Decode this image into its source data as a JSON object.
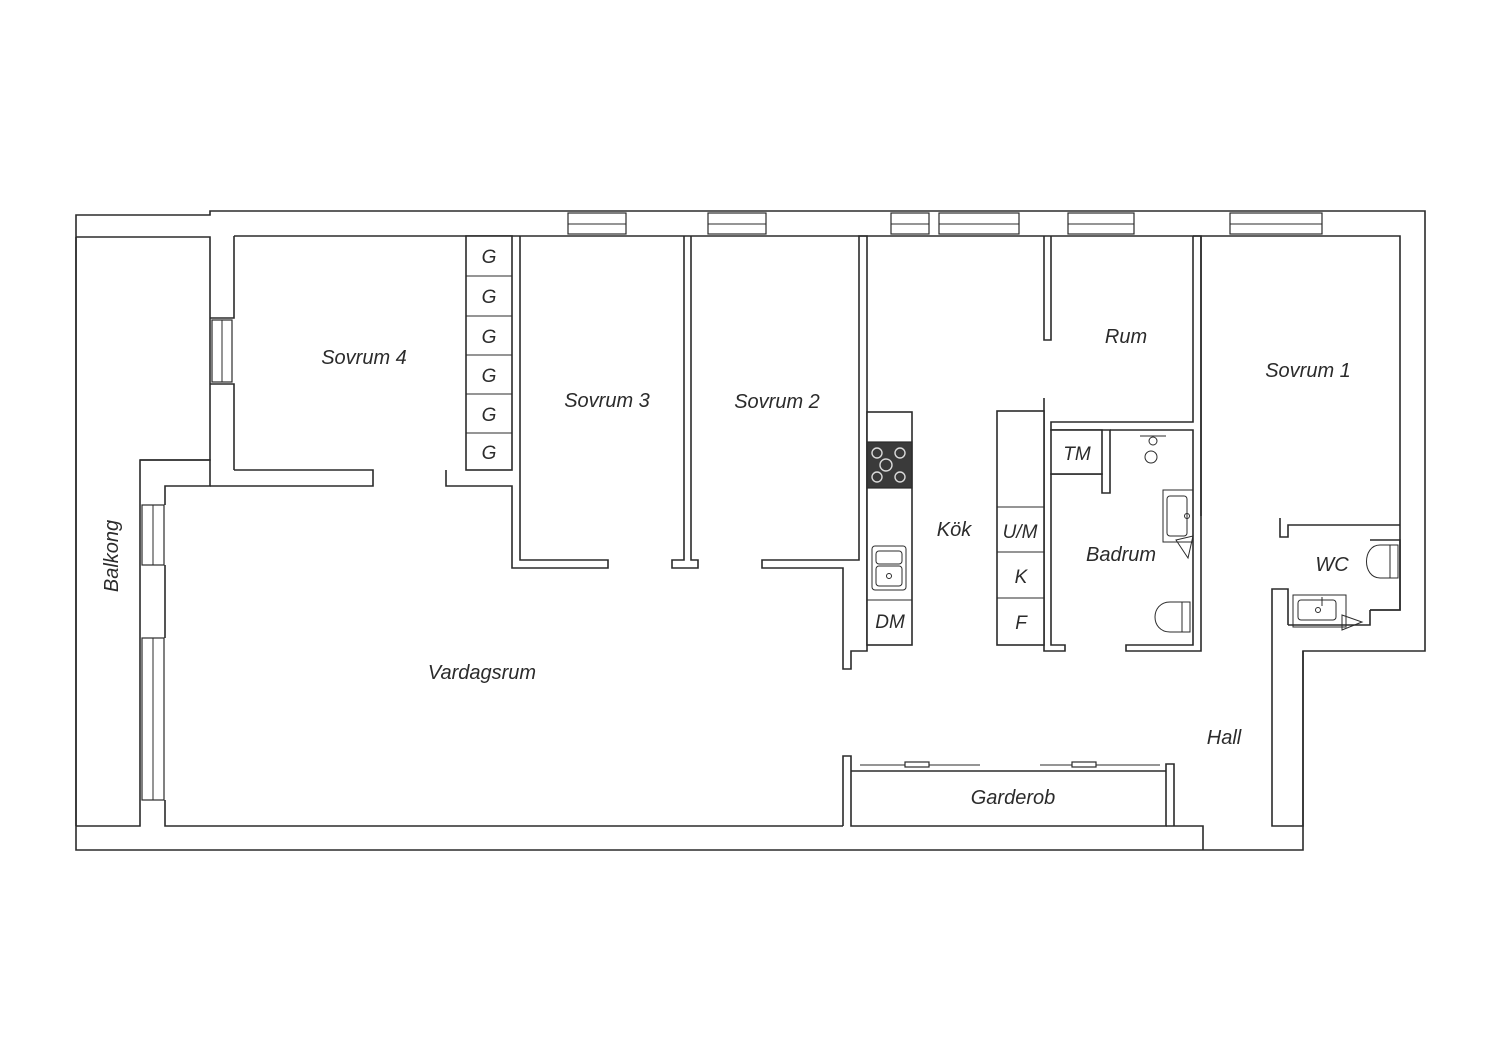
{
  "rooms": {
    "balkong": "Balkong",
    "sovrum4": "Sovrum 4",
    "sovrum3": "Sovrum 3",
    "sovrum2": "Sovrum 2",
    "sovrum1": "Sovrum 1",
    "rum": "Rum",
    "kok": "Kök",
    "badrum": "Badrum",
    "wc": "WC",
    "vardagsrum": "Vardagsrum",
    "hall": "Hall",
    "garderob": "Garderob"
  },
  "fixtures": {
    "wardrobe": [
      "G",
      "G",
      "G",
      "G",
      "G",
      "G"
    ],
    "tm": "TM",
    "um": "U/M",
    "k": "K",
    "f": "F",
    "dm": "DM"
  }
}
